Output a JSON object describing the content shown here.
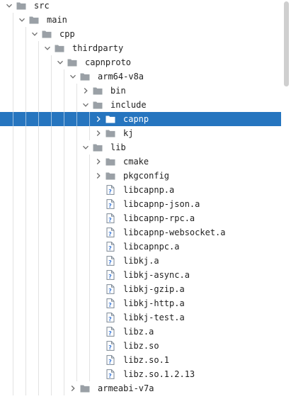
{
  "colors": {
    "selection": "#2675bf",
    "folder": "#9aa0a6",
    "file_icon": "#7b8794",
    "file_badge": "#3d7bd8"
  },
  "tree": {
    "rows": [
      {
        "label": "src",
        "depth": 0,
        "kind": "folder",
        "expanded": true,
        "icon": "folder-icon"
      },
      {
        "label": "main",
        "depth": 1,
        "kind": "folder",
        "expanded": true,
        "icon": "folder-icon"
      },
      {
        "label": "cpp",
        "depth": 2,
        "kind": "folder",
        "expanded": true,
        "icon": "folder-icon"
      },
      {
        "label": "thirdparty",
        "depth": 3,
        "kind": "folder",
        "expanded": true,
        "icon": "folder-icon"
      },
      {
        "label": "capnproto",
        "depth": 4,
        "kind": "folder",
        "expanded": true,
        "icon": "folder-icon"
      },
      {
        "label": "arm64-v8a",
        "depth": 5,
        "kind": "folder",
        "expanded": true,
        "icon": "folder-icon"
      },
      {
        "label": "bin",
        "depth": 6,
        "kind": "folder",
        "expanded": false,
        "icon": "folder-icon"
      },
      {
        "label": "include",
        "depth": 6,
        "kind": "folder",
        "expanded": true,
        "icon": "folder-icon"
      },
      {
        "label": "capnp",
        "depth": 7,
        "kind": "folder",
        "expanded": false,
        "selected": true,
        "icon": "folder-icon"
      },
      {
        "label": "kj",
        "depth": 7,
        "kind": "folder",
        "expanded": false,
        "icon": "folder-icon"
      },
      {
        "label": "lib",
        "depth": 6,
        "kind": "folder",
        "expanded": true,
        "icon": "folder-icon"
      },
      {
        "label": "cmake",
        "depth": 7,
        "kind": "folder",
        "expanded": false,
        "icon": "folder-icon"
      },
      {
        "label": "pkgconfig",
        "depth": 7,
        "kind": "folder",
        "expanded": false,
        "icon": "folder-icon"
      },
      {
        "label": "libcapnp.a",
        "depth": 7,
        "kind": "file",
        "icon": "unknown-file-icon"
      },
      {
        "label": "libcapnp-json.a",
        "depth": 7,
        "kind": "file",
        "icon": "unknown-file-icon"
      },
      {
        "label": "libcapnp-rpc.a",
        "depth": 7,
        "kind": "file",
        "icon": "unknown-file-icon"
      },
      {
        "label": "libcapnp-websocket.a",
        "depth": 7,
        "kind": "file",
        "icon": "unknown-file-icon"
      },
      {
        "label": "libcapnpc.a",
        "depth": 7,
        "kind": "file",
        "icon": "unknown-file-icon"
      },
      {
        "label": "libkj.a",
        "depth": 7,
        "kind": "file",
        "icon": "unknown-file-icon"
      },
      {
        "label": "libkj-async.a",
        "depth": 7,
        "kind": "file",
        "icon": "unknown-file-icon"
      },
      {
        "label": "libkj-gzip.a",
        "depth": 7,
        "kind": "file",
        "icon": "unknown-file-icon"
      },
      {
        "label": "libkj-http.a",
        "depth": 7,
        "kind": "file",
        "icon": "unknown-file-icon"
      },
      {
        "label": "libkj-test.a",
        "depth": 7,
        "kind": "file",
        "icon": "unknown-file-icon"
      },
      {
        "label": "libz.a",
        "depth": 7,
        "kind": "file",
        "icon": "unknown-file-icon"
      },
      {
        "label": "libz.so",
        "depth": 7,
        "kind": "file",
        "icon": "unknown-file-icon"
      },
      {
        "label": "libz.so.1",
        "depth": 7,
        "kind": "file",
        "icon": "unknown-file-icon"
      },
      {
        "label": "libz.so.1.2.13",
        "depth": 7,
        "kind": "file",
        "icon": "unknown-file-icon"
      },
      {
        "label": "armeabi-v7a",
        "depth": 5,
        "kind": "folder",
        "expanded": false,
        "icon": "folder-icon"
      }
    ]
  }
}
